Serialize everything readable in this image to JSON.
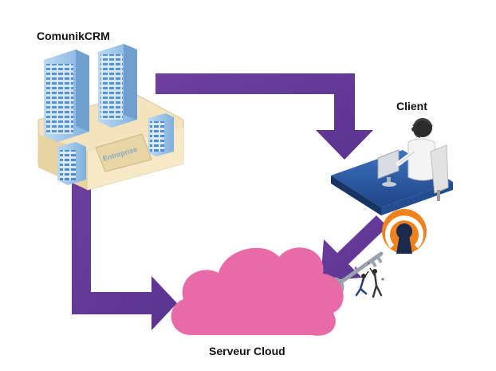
{
  "nodes": {
    "crm": {
      "label": "ComunikCRM",
      "icon": "enterprise-buildings-icon",
      "sign_text": "Entreprise"
    },
    "client": {
      "label": "Client",
      "icon": "call-agent-icon"
    },
    "cloud": {
      "label": "Serveur Cloud",
      "icon": "cloud-icon"
    }
  },
  "decorations": {
    "vpn": {
      "icon": "openvpn-keyhole-icon"
    },
    "key": {
      "icon": "key-with-people-icon"
    }
  },
  "colors": {
    "arrow": "#6a3d9a",
    "cloud": "#e86aa6",
    "vpn_orange": "#f0821e",
    "vpn_navy": "#1b2a4a",
    "desk_blue": "#2f5ea6"
  }
}
